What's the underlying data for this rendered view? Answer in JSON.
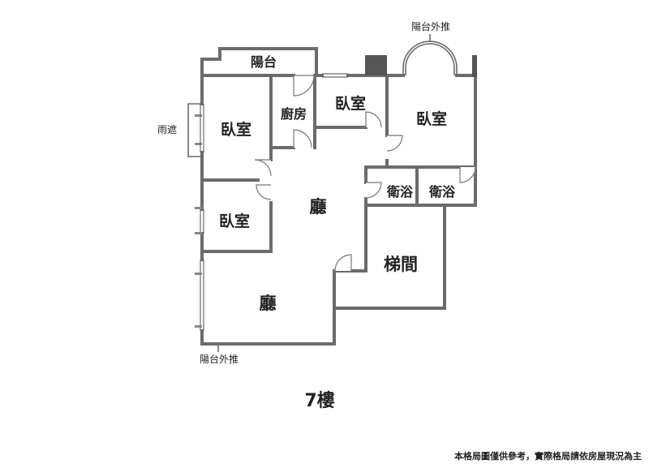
{
  "rooms": {
    "balcony_top": "陽台",
    "kitchen": "廚房",
    "bedroom_left": "臥室",
    "bedroom_mid": "臥室",
    "bedroom_right": "臥室",
    "bedroom_lower": "臥室",
    "living_upper": "廳",
    "living_lower": "廳",
    "bath_1": "衛浴",
    "bath_2": "衛浴",
    "stairwell": "梯間"
  },
  "notes": {
    "canopy": "雨遮",
    "balcony_out_top": "陽台外推",
    "balcony_out_bottom": "陽台外推"
  },
  "floor_label": "7樓",
  "disclaimer": "本格局圖僅供參考，實際格局請依房屋現況為主"
}
